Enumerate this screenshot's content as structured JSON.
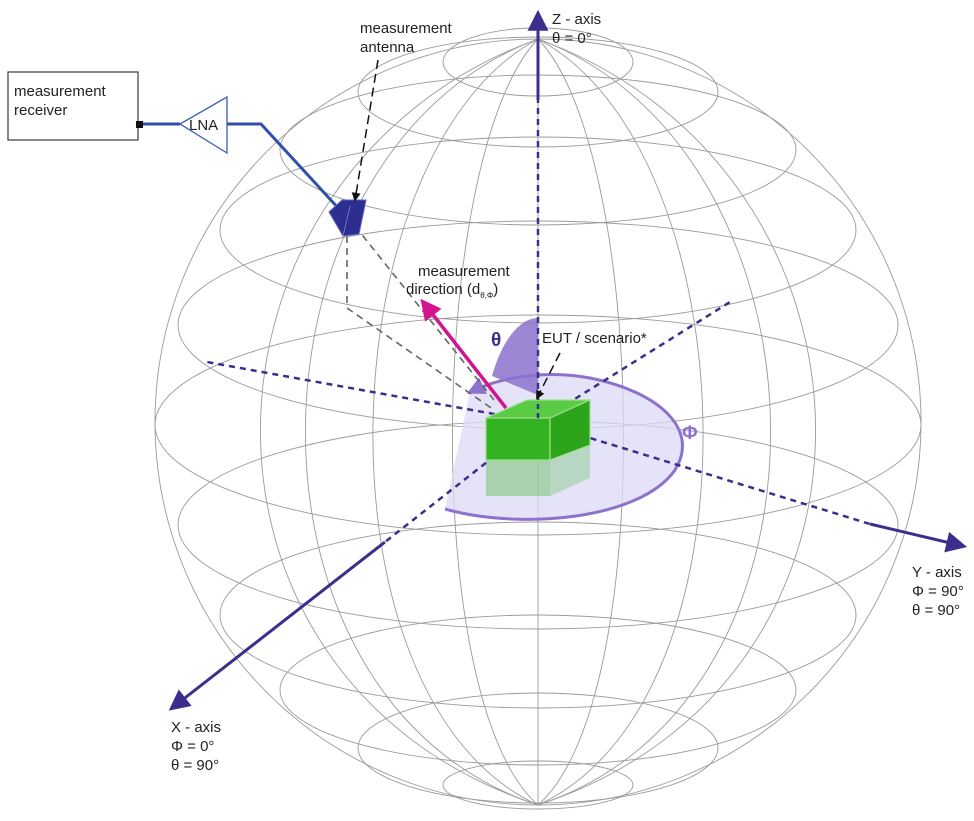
{
  "labels": {
    "receiver": [
      "measurement",
      "receiver"
    ],
    "lna": "LNA",
    "antenna": [
      "measurement",
      "antenna"
    ],
    "direction_line1": "measurement",
    "direction_prefix": "direction (d",
    "direction_sub": "θ,Φ",
    "direction_suffix": ")",
    "eut": "EUT / scenario*",
    "theta_symbol": "θ",
    "phi_symbol": "Φ",
    "z_axis": [
      "Z - axis",
      "θ = 0°"
    ],
    "y_axis": [
      "Y - axis",
      "Φ = 90°",
      "θ = 90°"
    ],
    "x_axis": [
      "X - axis",
      "Φ = 0°",
      "θ = 90°"
    ]
  },
  "colors": {
    "sphere_grid": "#9a9a9a",
    "axis": "#3b2e8c",
    "cable": "#2f4fa8",
    "direction_arrow": "#d4148c",
    "theta_arc": "#8c72cc",
    "phi_ellipse": "#b9b7ea",
    "eut_box": "#33b321",
    "antenna": "#2c2f8f"
  }
}
